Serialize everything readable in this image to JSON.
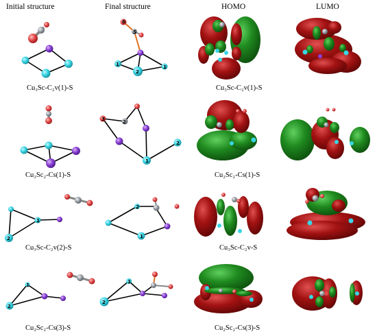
{
  "headers": {
    "initial": "Initial structure",
    "final": "Final structure",
    "homo": "HOMO",
    "lumo": "LUMO"
  },
  "captions": [
    "Cu₃Sc-C₂v(1)-S",
    "Cu₃Sc-C₂v(1)-S",
    "Cu₂Sc₂-Cs(1)-S",
    "Cu₂Sc₂-Cs(1)-S",
    "Cu₃Sc-C₂v(2)-S",
    "Cu₃Sc-C₂v-S",
    "Cu₂Sc₂-Cs(3)-S",
    "Cu₂Sc₂-Cs(3)-S"
  ],
  "atom_labels": {
    "r1": [
      "6",
      "5",
      "2",
      "1",
      "1"
    ],
    "r2": [
      "3",
      "2",
      "1",
      "2"
    ],
    "r3": [
      "1",
      "2",
      "2",
      "1"
    ],
    "r4": [
      "1",
      "2",
      "1",
      "2"
    ]
  },
  "colors": {
    "cu": "#38d6e6",
    "sc": "#8a3fd6",
    "o": "#e24a4a",
    "c": "#9aa0a8",
    "orbital_red": "#8c0f0f",
    "orbital_green": "#1f7a1f"
  }
}
